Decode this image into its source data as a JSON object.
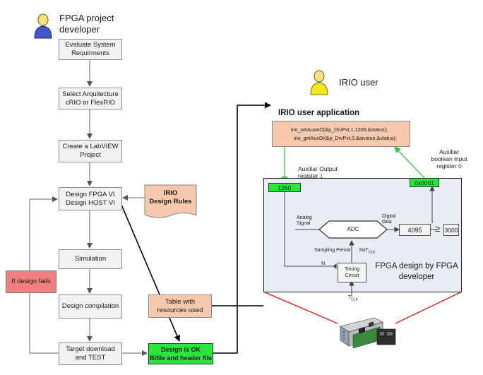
{
  "actors": {
    "developer": "FPGA project\ndeveloper",
    "user": "IRIO user"
  },
  "flow": {
    "step1": "Evaluate System\nRequirments",
    "step2": "Select Arquitecture\ncRIO or FlexRIO",
    "step3": "Create a LabVIEW\nProject",
    "step4": "Design FPGA VI\nDesign HOST VI",
    "step5": "Simulation",
    "step6": "Design compilation",
    "step7": "Target download\nand TEST",
    "fail": "If design fails",
    "rules": "IRIO\nDesign Rules",
    "table": "Table with\nresources used",
    "ok": "Design is OK\nBifile and header file"
  },
  "app": {
    "title": "IRIO user application",
    "line1": "irio_setAuxAO(&p_DrvPvt,1,1200,&status);",
    "line2": "irio_getAuxDI(&p_DrvPvt,0,&aivalue,&status);"
  },
  "registers": {
    "out_label": "Auxiliar Output\nregister ",
    "out_index": "1",
    "in_label": "Auxiliar\nboolean  input\nregister ",
    "in_index": "0",
    "out_value": "1250",
    "in_value": "0x0001"
  },
  "fpga": {
    "analog": "Analog\nSignal",
    "adc": "ADC",
    "digital": "Digital\ndata",
    "value": "4095",
    "ge": "≥",
    "threshold": "3000",
    "sampling": "Sampling Period",
    "nxt": "NxT",
    "nxt_sub": "CLK",
    "n": "N",
    "timing": "Timing\nCircuit",
    "tclk": "T",
    "tclk_sub": "CLK",
    "caption": "FPGA design by FPGA\ndeveloper"
  },
  "colors": {
    "gray_box": "#f2f2f2",
    "salmon_box": "#f6c8ad",
    "fail_box": "#f08080",
    "ok_green": "#27e83a",
    "fpga_panel": "#e8edf3",
    "index_red": "#e0301e",
    "index_blue": "#1f3fd0"
  }
}
